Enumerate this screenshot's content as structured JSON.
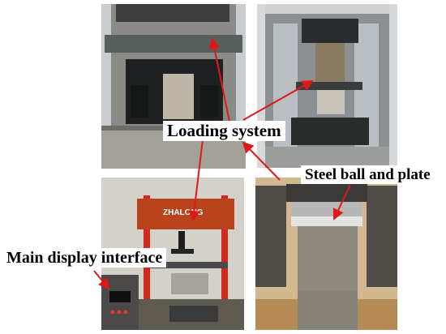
{
  "labels": {
    "loading_system": "Loading system",
    "steel_ball": "Steel ball and plate",
    "main_display": "Main display interface"
  },
  "photos": {
    "top_left": "frame-with-specimen",
    "top_right": "cabinet-with-specimen",
    "bottom_left": "loading-frame-and-console",
    "bottom_right": "steel-ball-on-specimen"
  },
  "frame_brand": "ZHALONG",
  "colors": {
    "arrow": "#e01818",
    "label_bg": "#ffffff"
  }
}
